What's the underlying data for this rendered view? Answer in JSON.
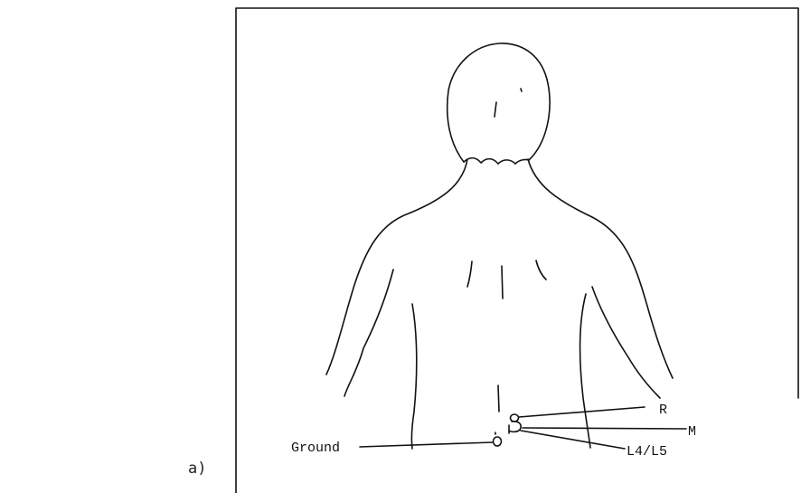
{
  "figure": {
    "panel_label": "a)",
    "labels": {
      "ground": "Ground",
      "r": "R",
      "m": "M",
      "l4l5": "L4/L5"
    }
  }
}
